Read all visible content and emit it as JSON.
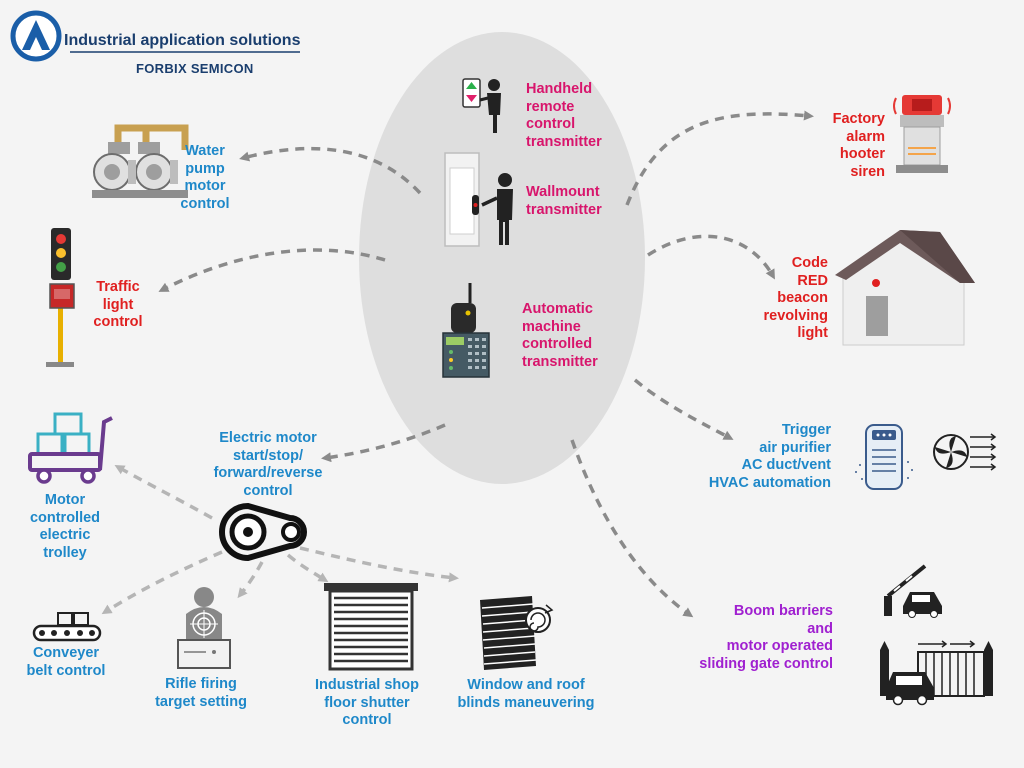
{
  "brand": {
    "tagline": "Industrial application solutions",
    "company": "FORBIX SEMICON"
  },
  "transmitters": [
    {
      "label": "Handheld\nremote\ncontrol\ntransmitter"
    },
    {
      "label": "Wallmount\ntransmitter"
    },
    {
      "label": "Automatic\nmachine\ncontrolled\ntransmitter"
    }
  ],
  "applications": {
    "water_pump": "Water\npump\nmotor\ncontrol",
    "traffic_light": "Traffic\nlight\ncontrol",
    "factory_alarm": "Factory\nalarm\nhooter\nsiren",
    "code_red": "Code\nRED\nbeacon\nrevolving\nlight",
    "hvac": "Trigger\nair purifier\nAC duct/vent\nHVAC automation",
    "boom_barrier": "Boom barriers\nand\nmotor operated\nsliding gate control",
    "electric_motor": "Electric motor\nstart/stop/\nforward/reverse\ncontrol",
    "trolley": "Motor\ncontrolled\nelectric\ntrolley",
    "conveyor": "Conveyer\nbelt control",
    "rifle": "Rifle firing\ntarget setting",
    "shutter": "Industrial shop\nfloor shutter\ncontrol",
    "blinds": "Window and roof\nblinds maneuvering"
  },
  "colors": {
    "blue_label": "#1e88c9",
    "pink_label": "#d8156c",
    "red_label": "#e02020",
    "purple_label": "#a020d0",
    "hub_ellipse": "#dedede",
    "arrow": "#8a8a8a"
  },
  "icons": [
    "company-logo-icon",
    "handheld-remote-icon",
    "wallmount-panel-icon",
    "machine-transmitter-icon",
    "water-pump-icon",
    "traffic-light-icon",
    "alarm-siren-icon",
    "house-beacon-icon",
    "air-purifier-icon",
    "fan-vent-icon",
    "boom-barrier-icon",
    "sliding-gate-icon",
    "trolley-icon",
    "motor-pulley-icon",
    "conveyor-icon",
    "rifle-target-icon",
    "shutter-icon",
    "blinds-icon"
  ]
}
